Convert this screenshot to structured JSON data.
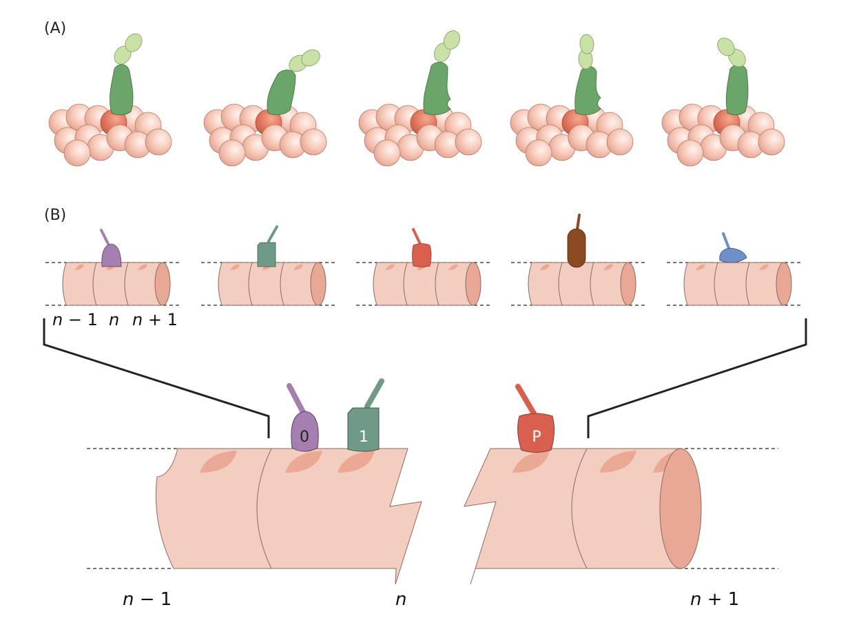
{
  "panels": {
    "a_label": "(A)",
    "b_label": "(B)"
  },
  "small_labels": {
    "left": "n − 1",
    "mid": "n",
    "right": "n + 1"
  },
  "large_labels": {
    "left": "n − 1",
    "mid": "n",
    "right": "n + 1"
  },
  "marks": {
    "zero": "0",
    "one": "1",
    "p": "P"
  },
  "colors": {
    "actin": "#f4c6b6",
    "actin_center": "#e07a62",
    "myosin_dark": "#6aa56a",
    "myosin_light": "#c9e0a6",
    "purple": "#a57fb0",
    "teal": "#6f9a88",
    "red": "#d9604e",
    "brown": "#8b4a1f",
    "blue": "#6f8fc9",
    "filament": "#f3cdbf"
  }
}
